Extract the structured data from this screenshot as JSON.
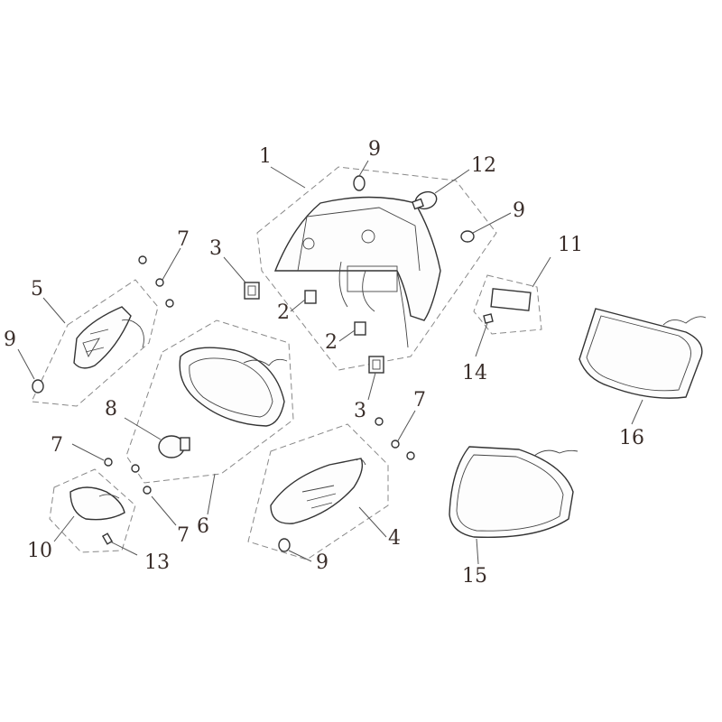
{
  "labels": {
    "l1": "1",
    "l2a": "2",
    "l2b": "2",
    "l3a": "3",
    "l3b": "3",
    "l4": "4",
    "l5": "5",
    "l6": "6",
    "l7a": "7",
    "l7b": "7",
    "l7c": "7",
    "l7d": "7",
    "l8": "8",
    "l9a": "9",
    "l9b": "9",
    "l9c": "9",
    "l9d": "9",
    "l10": "10",
    "l11": "11",
    "l12": "12",
    "l13": "13",
    "l14": "14",
    "l15": "15",
    "l16": "16"
  },
  "colors": {
    "label": "#3a2e2a",
    "stroke": "#333333",
    "dash": "#888888"
  }
}
